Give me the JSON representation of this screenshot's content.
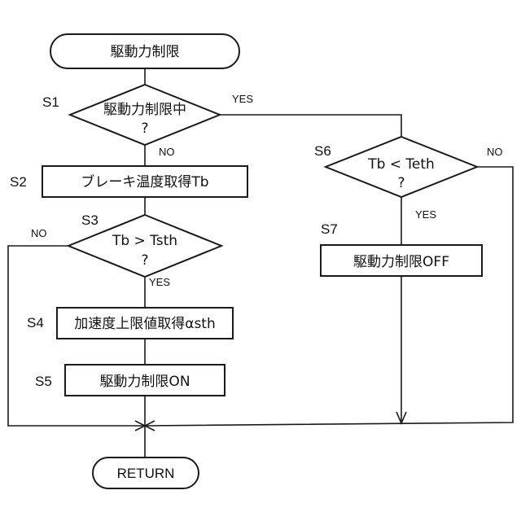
{
  "start": {
    "label": "駆動力制限"
  },
  "s1": {
    "step": "S1",
    "question": "駆動力制限中",
    "qmark": "?",
    "yes": "YES",
    "no": "NO"
  },
  "s2": {
    "step": "S2",
    "label": "ブレーキ温度取得Tb"
  },
  "s3": {
    "step": "S3",
    "question": "Tb > Tsth",
    "qmark": "?",
    "yes": "YES",
    "no": "NO"
  },
  "s4": {
    "step": "S4",
    "label": "加速度上限値取得αsth"
  },
  "s5": {
    "step": "S5",
    "label": "駆動力制限ON"
  },
  "s6": {
    "step": "S6",
    "question": "Tb < Teth",
    "qmark": "?",
    "yes": "YES",
    "no": "NO"
  },
  "s7": {
    "step": "S7",
    "label": "駆動力制限OFF"
  },
  "end": {
    "label": "RETURN"
  }
}
